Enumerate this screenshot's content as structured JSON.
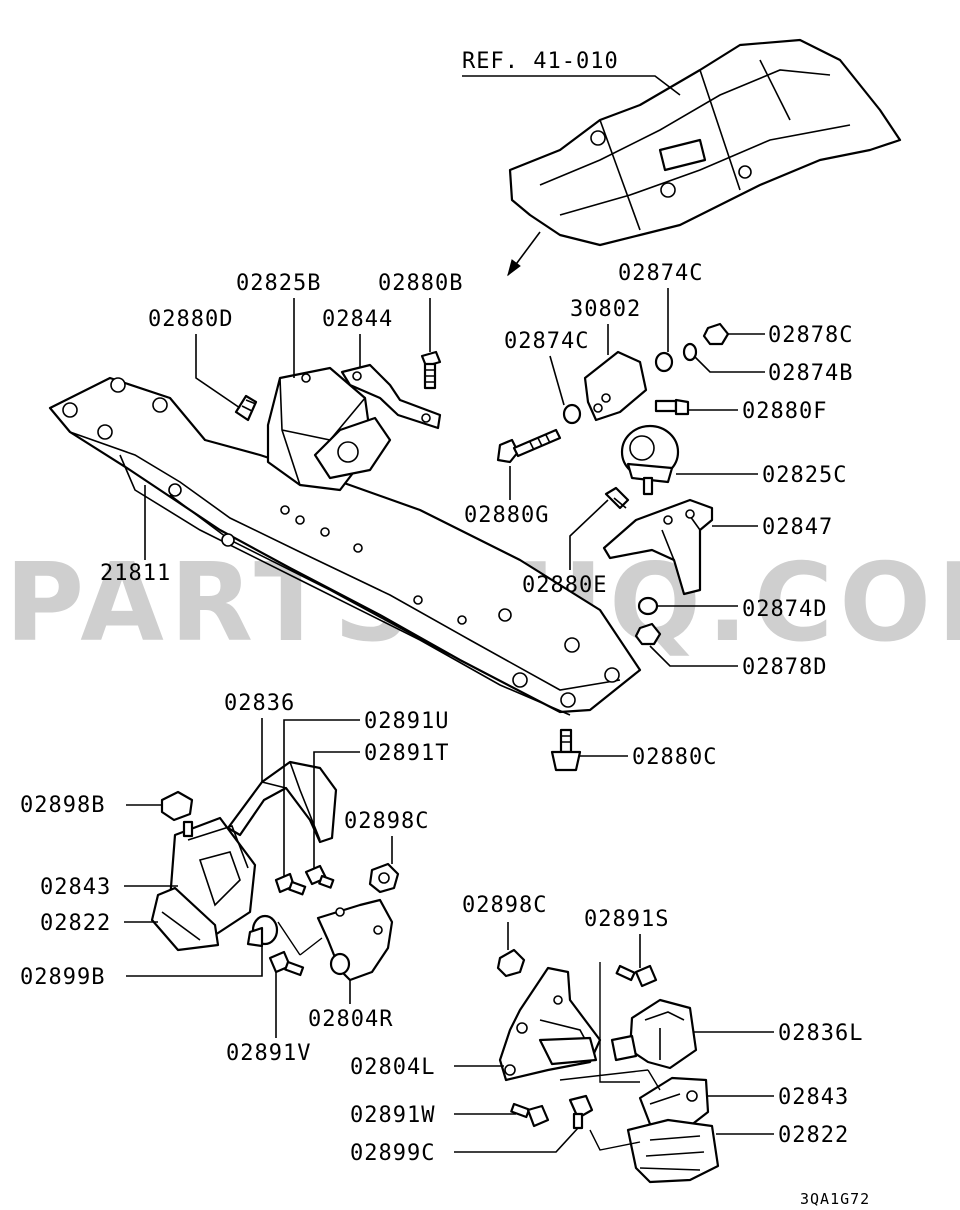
{
  "diagram": {
    "reference_label": "REF. 41-010",
    "watermark": "PARTSOUQ.COM",
    "drawing_code": "3QA1G72",
    "parts": {
      "p02880D": "02880D",
      "p02825B": "02825B",
      "p02844": "02844",
      "p02880B": "02880B",
      "p02874C_top": "02874C",
      "p30802": "30802",
      "p02874C_left": "02874C",
      "p02878C": "02878C",
      "p02874B": "02874B",
      "p02880F": "02880F",
      "p02825C": "02825C",
      "p02880G": "02880G",
      "p02847": "02847",
      "p02880E": "02880E",
      "p02874D": "02874D",
      "p02878D": "02878D",
      "p21811": "21811",
      "p02880C": "02880C",
      "p02836": "02836",
      "p02891U": "02891U",
      "p02891T": "02891T",
      "p02898B": "02898B",
      "p02898C_a": "02898C",
      "p02843_a": "02843",
      "p02822_a": "02822",
      "p02899B": "02899B",
      "p02804R": "02804R",
      "p02891V": "02891V",
      "p02898C_b": "02898C",
      "p02891S": "02891S",
      "p02836L": "02836L",
      "p02804L": "02804L",
      "p02843_b": "02843",
      "p02891W": "02891W",
      "p02822_b": "02822",
      "p02899C": "02899C"
    }
  }
}
